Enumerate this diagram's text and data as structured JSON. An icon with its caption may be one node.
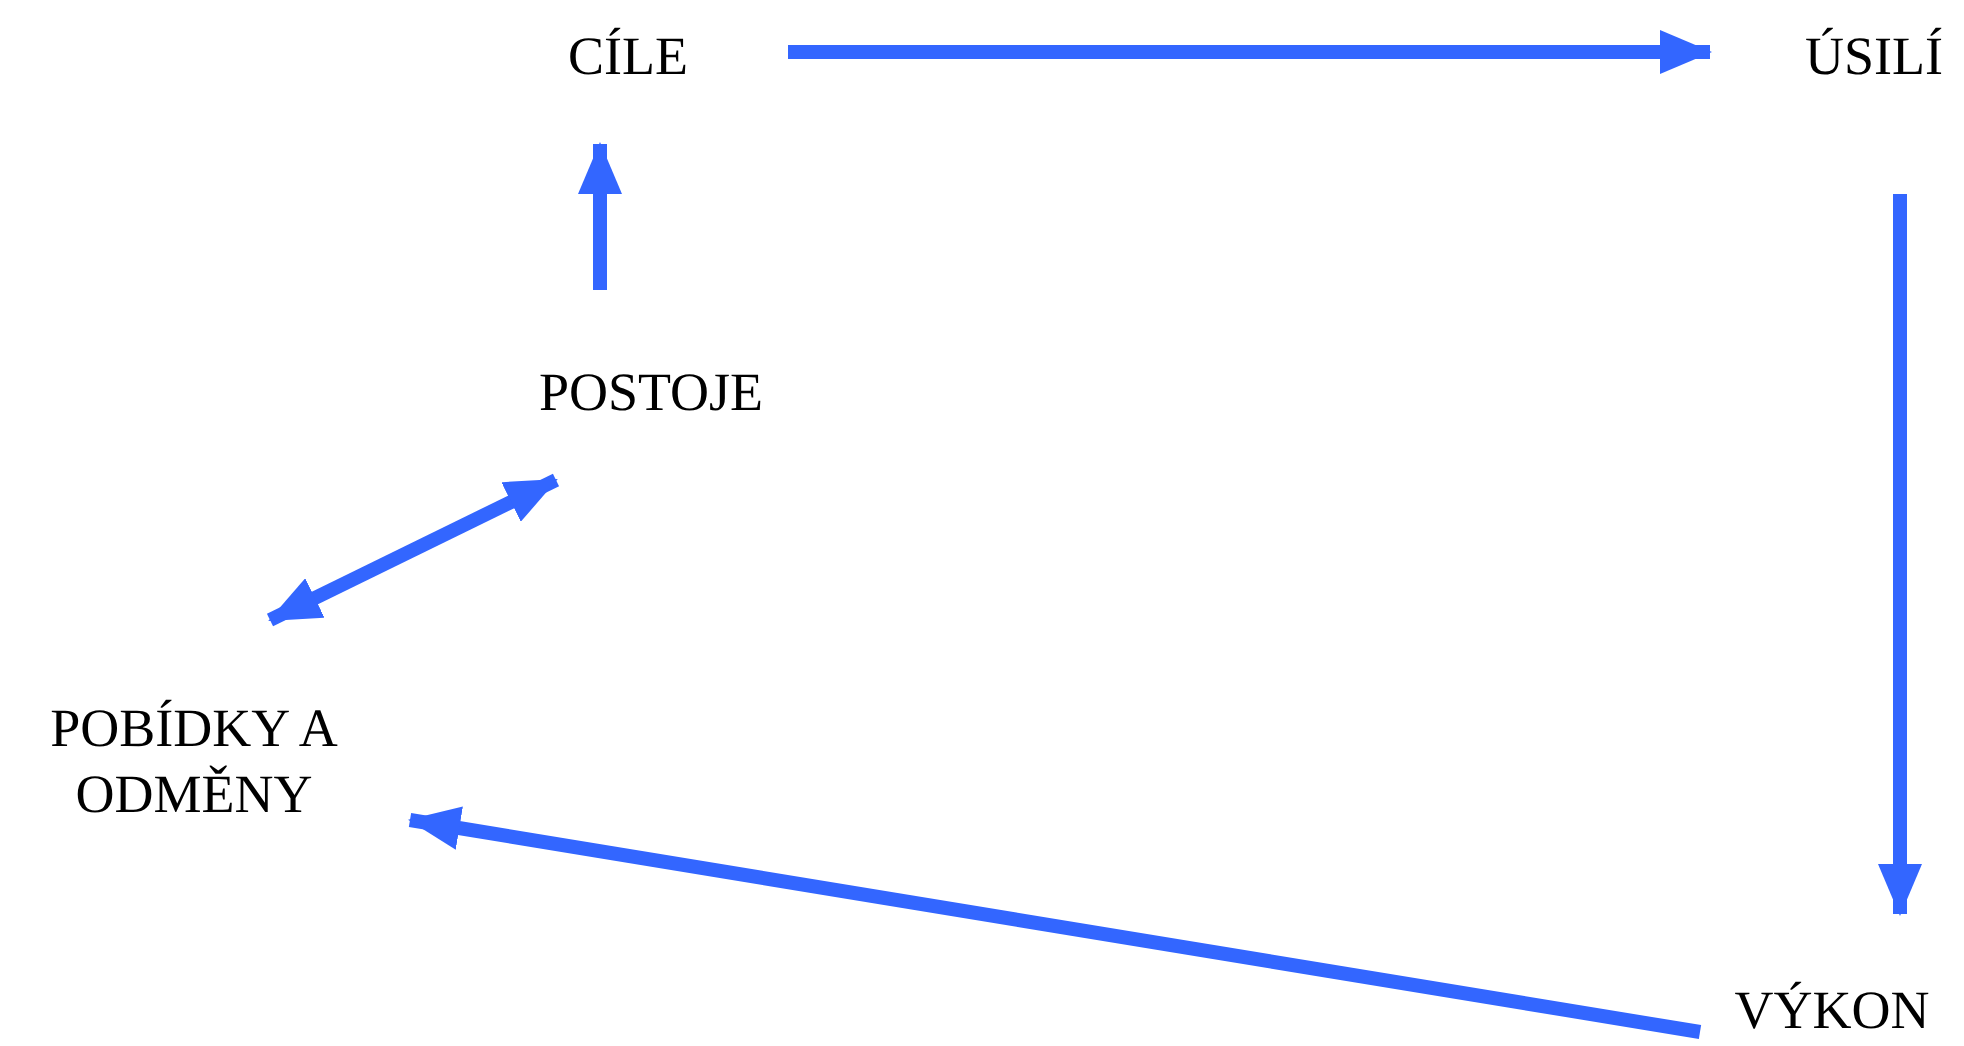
{
  "diagram": {
    "nodes": [
      {
        "text": [
          "CÍLE"
        ]
      },
      {
        "text": [
          "ÚSILÍ"
        ]
      },
      {
        "text": [
          "POSTOJE"
        ]
      },
      {
        "text": [
          "POBÍDKY A ODMĚNY"
        ]
      },
      {
        "text": [
          "VÝKON"
        ]
      }
    ],
    "edges": [
      {
        "from": 0,
        "to": 1,
        "arrow": "to"
      },
      {
        "from": 1,
        "to": 4,
        "arrow": "to"
      },
      {
        "from": 4,
        "to": 3,
        "arrow": "to"
      },
      {
        "from": 3,
        "to": 2,
        "arrow": "both"
      },
      {
        "from": 2,
        "to": 0,
        "arrow": "to"
      }
    ]
  }
}
